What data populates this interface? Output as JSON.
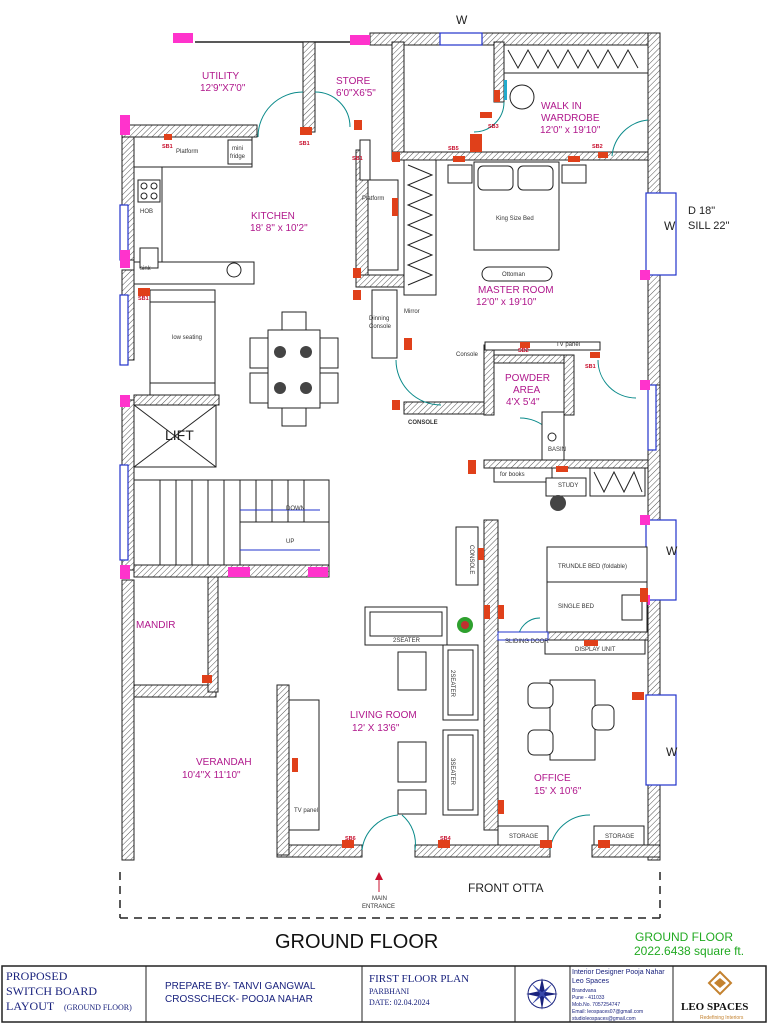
{
  "rooms": {
    "utility": {
      "name": "UTILITY",
      "size": "12'9\"X7'0\""
    },
    "store": {
      "name": "STORE",
      "size": "6'0\"X6'5\""
    },
    "walk_in": {
      "name": "WALK IN",
      "name2": "WARDROBE",
      "size": "12'0\" x 19'10\""
    },
    "kitchen": {
      "name": "KITCHEN",
      "size": "18' 8\" x 10'2\""
    },
    "master": {
      "name": "MASTER ROOM",
      "size": "12'0\" x 19'10\""
    },
    "powder": {
      "name": "POWDER",
      "name2": "AREA",
      "size": "4'X 5'4\""
    },
    "lift": {
      "name": "LIFT"
    },
    "mandir": {
      "name": "MANDIR"
    },
    "living": {
      "name": "LIVING ROOM",
      "size": "12' X 13'6\""
    },
    "verandah": {
      "name": "VERANDAH",
      "size": "10'4\"X 11'10\""
    },
    "office": {
      "name": "OFFICE",
      "size": "15' X 10'6\""
    }
  },
  "labels": {
    "w_top": "W",
    "w_right1": "W",
    "w_right2": "W",
    "w_right3": "W",
    "window_spec1": "D 18\"",
    "window_spec2": "SILL 22\"",
    "platform1": "Platform",
    "mini_fridge1": "mini",
    "mini_fridge2": "fridge",
    "hob": "HOB",
    "sink": "sink",
    "platform2": "Platform",
    "low_seating": "low seating",
    "dinning1": "Dinning",
    "dinning2": "Console",
    "mirror": "Mirror",
    "king_bed": "King Size Bed",
    "ottoman": "Ottoman",
    "console1": "Console",
    "tv_panel1": "TV panel",
    "console2": "CONSOLE",
    "basin": "BASIN",
    "for_books": "for books",
    "study": "STUDY",
    "down": "DOWN",
    "up": "UP",
    "console3": "CONSOLE",
    "trundle": "TRUNDLE BED  (foldable)",
    "single_bed": "SINGLE BED",
    "sliding_door": "SLIDING DOOR",
    "display_unit": "DISPLAY UNIT",
    "seater2": "2SEATER",
    "seater2b": "2SEATER",
    "seater3": "3SEATER",
    "tv_panel2": "TV panel",
    "storage1": "STORAGE",
    "storage2": "STORAGE",
    "main_entrance1": "MAIN",
    "main_entrance2": "ENTRANCE",
    "front_otta": "FRONT OTTA"
  },
  "tags": {
    "sb1": "SB1",
    "sb2": "SB2",
    "sb3": "SB3",
    "sb4": "SB4",
    "sb5": "SB5",
    "sb6": "SB6"
  },
  "floor_title": "GROUND FLOOR",
  "area_note": {
    "line1": "GROUND FLOOR",
    "line2": "2022.6438 square ft."
  },
  "title_block": {
    "proposed1": "PROPOSED",
    "proposed2": "SWITCH BOARD",
    "proposed3a": "LAYOUT",
    "proposed3b": "(GROUND FLOOR)",
    "prepared": "PREPARE BY- TANVI GANGWAL",
    "checked": "CROSSCHECK- POOJA NAHAR",
    "plan_name": "FIRST FLOOR PLAN",
    "city": "PARBHANI",
    "date": "DATE: 02.04.2024",
    "designer": "Interior Designer Pooja Nahar",
    "company": "Leo Spaces",
    "branch": "Brandvana",
    "city_pin": "Pune - 411033",
    "mobile": "Mob.No. 7057254747",
    "email": "Email: leospaces07@gmail.com",
    "email2": "studioleospaces@gmail.com",
    "logo_name": "LEO SPACES",
    "logo_tagline": "Redefining Interiors"
  },
  "colors": {
    "room_label": "#b0188c",
    "switch_board": "#e0401a",
    "window": "#2233cc",
    "door": "#0a8a8a",
    "area_note": "#22aa22",
    "marker": "#ff33cc"
  }
}
